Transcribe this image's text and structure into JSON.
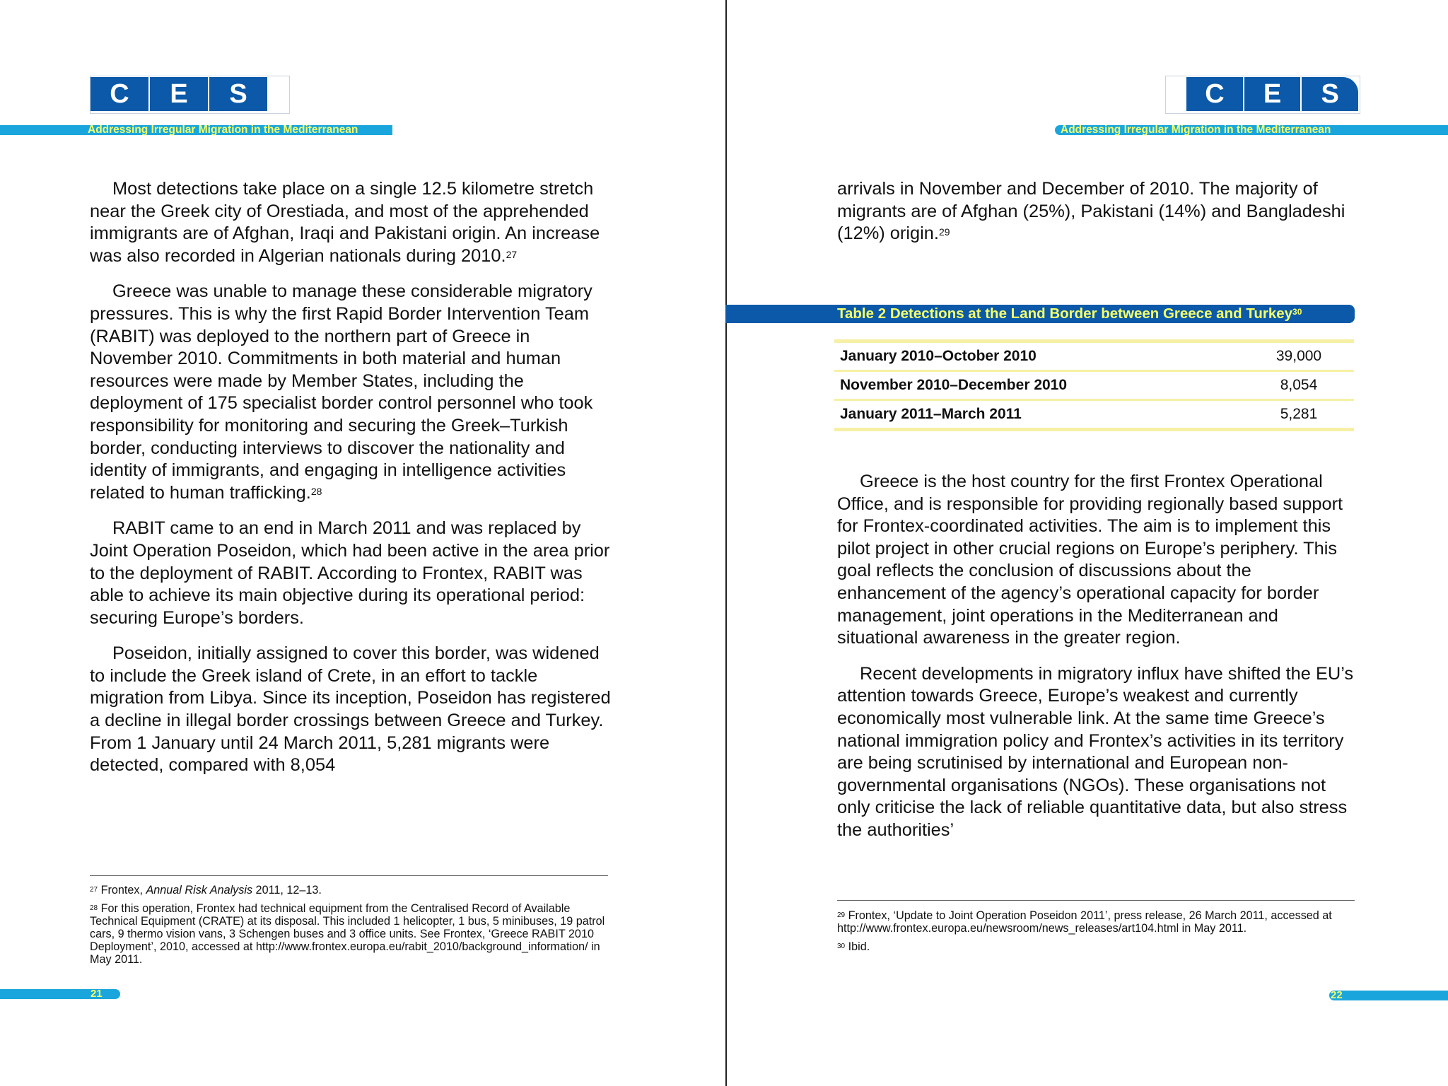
{
  "logo": {
    "letters": [
      "C",
      "E",
      "S"
    ]
  },
  "header": {
    "subtitle": "Addressing Irregular Migration in the Mediterranean"
  },
  "left_page": {
    "paragraphs": [
      {
        "text": "Most detections take place on a single 12.5 kilometre stretch near the Greek city of Orestiada, and most of the apprehended immigrants are of Afghan, Iraqi and Pakistani origin. An increase was also recorded in Algerian nationals during 2010.",
        "note": "27"
      },
      {
        "text": "Greece was unable to manage these considerable migratory pressures. This is why the first Rapid Border Intervention Team (RABIT) was deployed to the northern part of Greece in November 2010. Commitments in both material and human resources were made by Member States, including the deployment of 175 specialist border control personnel who took responsibility for monitoring and securing the Greek–Turkish border, conducting interviews to discover the nationality and identity of immigrants, and engaging in intelligence activities related to human trafficking.",
        "note": "28"
      },
      {
        "text": "RABIT came to an end in March 2011 and was replaced by Joint Operation Poseidon, which had been active in the area prior to the deployment of RABIT. According to Frontex, RABIT was able to achieve its main objective during its operational period: securing Europe’s borders.",
        "note": ""
      },
      {
        "text": "Poseidon, initially assigned to cover this border, was widened to include the Greek island of Crete, in an effort to tackle migration from Libya. Since its inception, Poseidon has registered a decline in illegal border crossings between Greece and Turkey. From 1 January until 24 March 2011, 5,281 migrants were detected, compared with 8,054",
        "note": ""
      }
    ],
    "footnotes": [
      {
        "num": "27",
        "pre": "Frontex, ",
        "italic": "Annual Risk Analysis",
        "post": " 2011, 12–13."
      },
      {
        "num": "28",
        "pre": "For this operation, Frontex had technical equipment from the Centralised Record of Available Technical Equipment (CRATE) at its disposal. This included 1 helicopter, 1 bus, 5 minibuses, 19 patrol cars, 9 thermo vision vans, 3 Schengen buses and 3 office units. See Frontex, ‘Greece RABIT 2010 Deployment’, 2010, accessed at http://www.frontex.europa.eu/rabit_2010/background_information/ in May 2011.",
        "italic": "",
        "post": ""
      }
    ],
    "page_number": "21"
  },
  "right_page": {
    "top_paragraph": {
      "text": "arrivals in November and December of 2010. The majority of migrants are of Afghan (25%), Pakistani (14%) and Bangladeshi (12%) origin.",
      "note": "29"
    },
    "table": {
      "title": "Table 2  Detections at the Land Border between Greece and Turkey",
      "note": "30",
      "rows": [
        {
          "label": "January 2010–October 2010",
          "value": "39,000"
        },
        {
          "label": "November 2010–December 2010",
          "value": "8,054"
        },
        {
          "label": "January 2011–March 2011",
          "value": "5,281"
        }
      ]
    },
    "paragraphs": [
      {
        "text": "Greece is the host country for the first Frontex Operational Office, and is responsible for providing regionally based support for Frontex-coordinated activities. The aim is to implement this pilot project in other crucial regions on Europe’s periphery. This goal reflects the conclusion of discussions about the enhancement of the agency’s operational capacity for border management, joint operations in the Mediterranean and situational awareness in the greater region."
      },
      {
        "text": "Recent developments in migratory influx have shifted the EU’s attention towards Greece, Europe’s weakest and currently economically most vulnerable link. At the same time Greece’s national immigration policy and Frontex’s activities in its territory are being scrutinised by international and European non-governmental organisations (NGOs). These organisations not only criticise the lack of reliable quantitative data, but also stress the authorities’"
      }
    ],
    "footnotes": [
      {
        "num": "29",
        "text": "Frontex, ‘Update to Joint Operation Poseidon 2011’, press release, 26 March 2011, accessed at http://www.frontex.europa.eu/newsroom/news_releases/art104.html in May 2011."
      },
      {
        "num": "30",
        "text": "Ibid."
      }
    ],
    "page_number": "22"
  },
  "colors": {
    "brand_blue": "#0b59a8",
    "strip_cyan": "#1aa6dc",
    "label_yellow": "#f4ff6a",
    "table_rule": "#f6f0a4"
  }
}
